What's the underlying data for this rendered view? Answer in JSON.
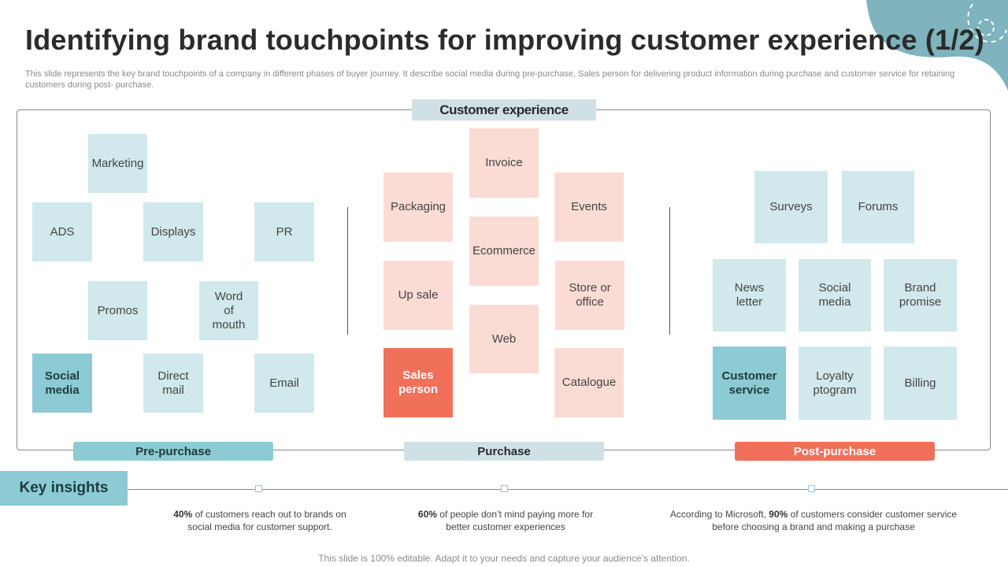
{
  "title": "Identifying brand touchpoints for improving customer experience (1/2)",
  "subtitle": "This slide represents the key brand touchpoints of a company in different phases of buyer journey. It describe social media during pre-purchase, Sales person for delivering  product information during purchase and customer service for retaining customers during post- purchase.",
  "customer_experience_label": "Customer experience",
  "pre_purchase": {
    "label": "Pre-purchase",
    "items": [
      "Marketing",
      "ADS",
      "Displays",
      "PR",
      "Promos",
      "Word of mouth",
      "Social media",
      "Direct mail",
      "Email"
    ]
  },
  "purchase": {
    "label": "Purchase",
    "items": [
      "Invoice",
      "Packaging",
      "Events",
      "Ecommerce",
      "Up sale",
      "Store or office",
      "Web",
      "Sales person",
      "Catalogue"
    ]
  },
  "post_purchase": {
    "label": "Post-purchase",
    "items": [
      "Surveys",
      "Forums",
      "News letter",
      "Social media",
      "Brand promise",
      "Customer service",
      "Loyalty ptogram",
      "Billing"
    ]
  },
  "key_insights": {
    "label": "Key insights",
    "items": [
      {
        "before": "",
        "highlight": "40%",
        "after": " of customers reach out to brands on social media for customer support."
      },
      {
        "before": "",
        "highlight": "60%",
        "after": " of people don’t mind paying more for better customer experiences"
      },
      {
        "before": "According to Microsoft, ",
        "highlight": "90%",
        "after": " of customers consider customer service before choosing a brand and making a purchase"
      }
    ]
  },
  "footer": "This slide is 100% editable. Adapt it to your needs and capture your audience’s attention.",
  "colors": {
    "light_blue": "#d1e9ec",
    "teal": "#8ccbd4",
    "light_pink": "#fbdcd4",
    "coral": "#f1705a",
    "grey_blue": "#cfe1e5"
  }
}
